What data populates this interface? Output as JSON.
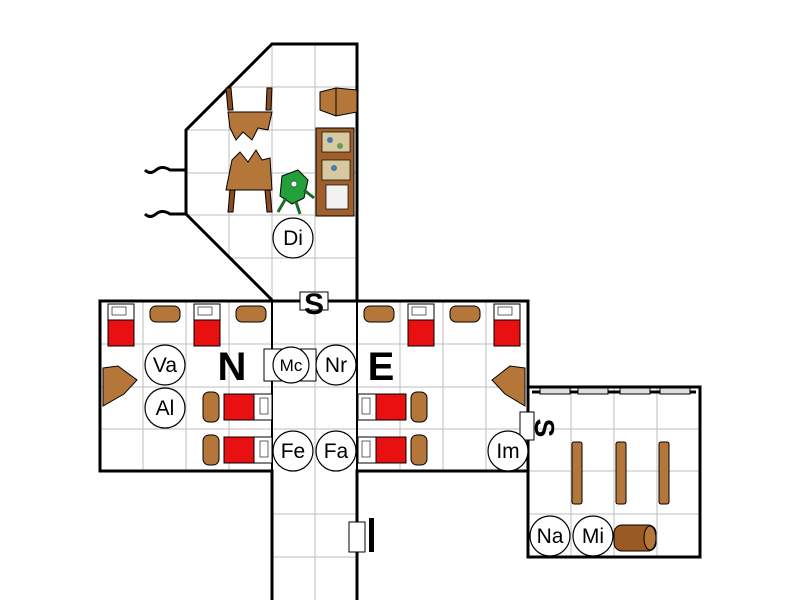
{
  "map": {
    "room_labels": {
      "north": "N",
      "east": "E",
      "stair_upper": "S",
      "stair_right": "S"
    }
  },
  "tokens": [
    {
      "id": "di",
      "label": "Di"
    },
    {
      "id": "va",
      "label": "Va"
    },
    {
      "id": "al",
      "label": "Al"
    },
    {
      "id": "mc",
      "label": "Mc"
    },
    {
      "id": "nr",
      "label": "Nr"
    },
    {
      "id": "fe",
      "label": "Fe"
    },
    {
      "id": "fa",
      "label": "Fa"
    },
    {
      "id": "im",
      "label": "Im"
    },
    {
      "id": "na",
      "label": "Na"
    },
    {
      "id": "mi",
      "label": "Mi"
    }
  ],
  "colors": {
    "wall": "#000000",
    "grid": "#bdbdbd",
    "floor": "#ffffff",
    "wood": "#b5763a",
    "wood_dark": "#6b3f1a",
    "bed_red": "#e81010",
    "creature_green": "#22a03a"
  }
}
